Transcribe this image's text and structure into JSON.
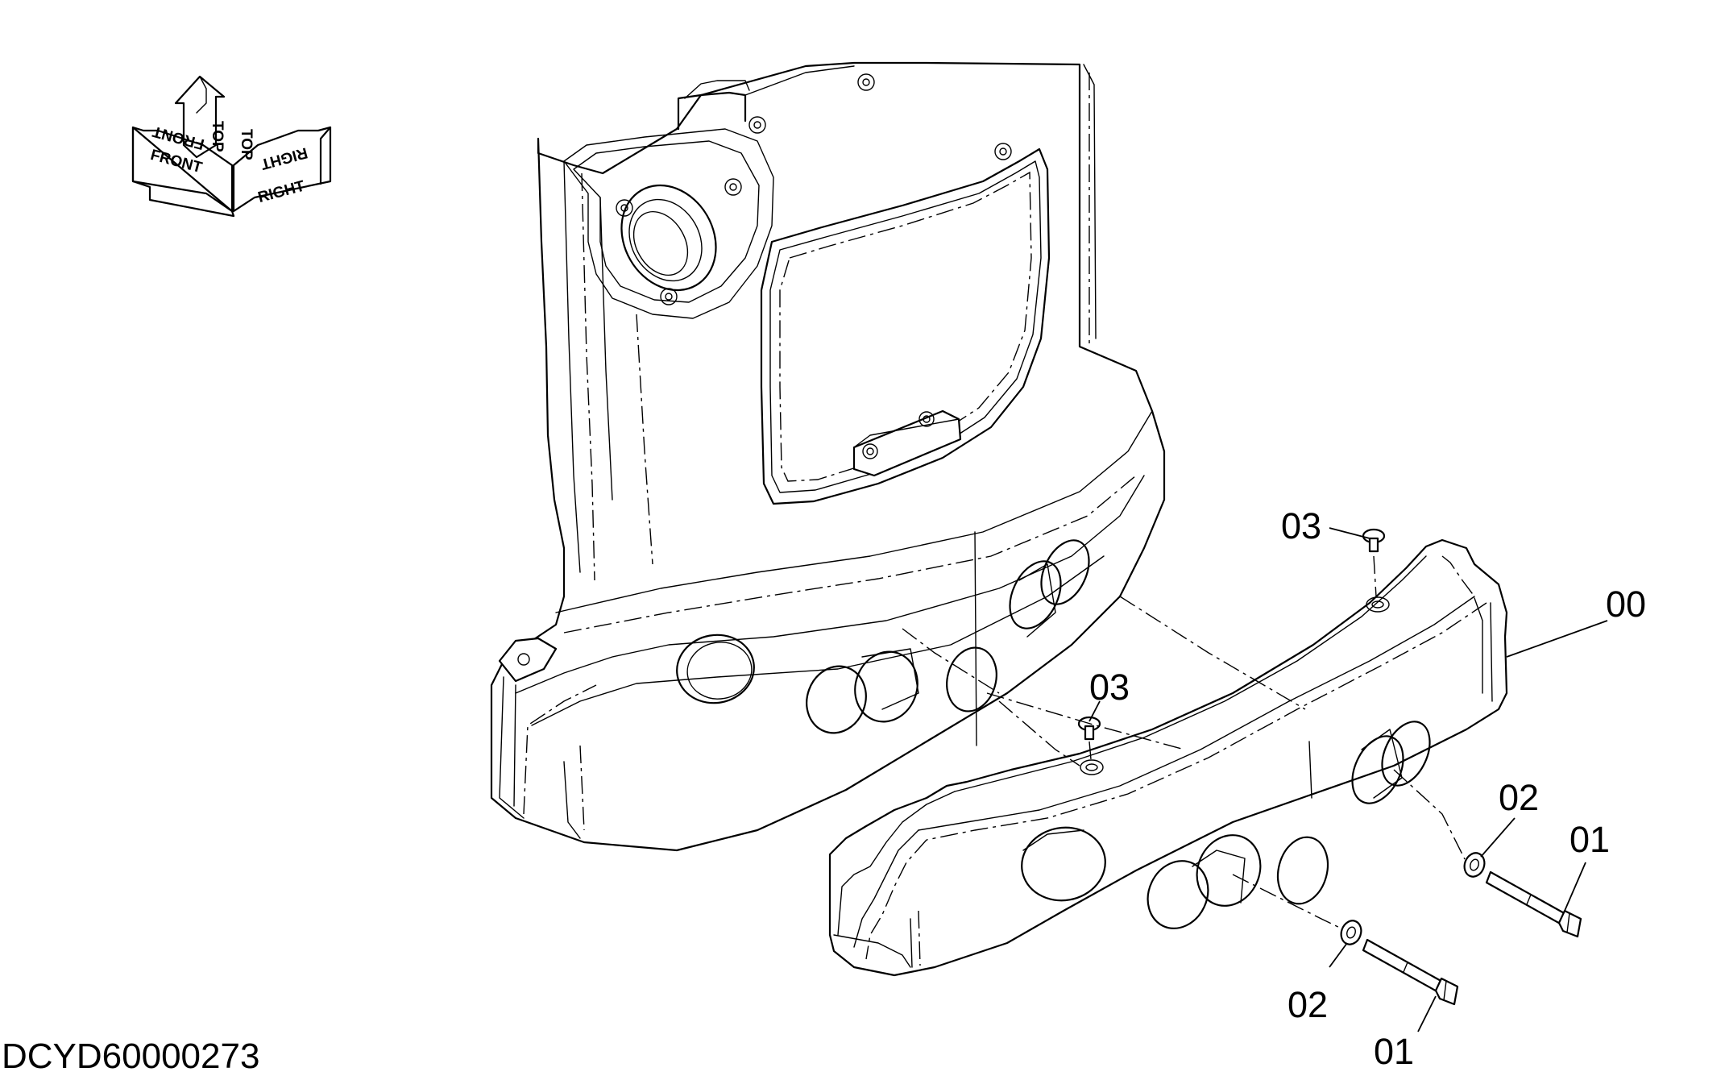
{
  "drawing_number": "DCYD60000273",
  "orientation_labels": {
    "front": "FRONT",
    "top": "TOP",
    "right": "RIGHT"
  },
  "callouts": [
    {
      "id": "c00",
      "label": "00",
      "part": "counterweight"
    },
    {
      "id": "c01a",
      "label": "01",
      "part": "bolt"
    },
    {
      "id": "c01b",
      "label": "01",
      "part": "bolt"
    },
    {
      "id": "c02a",
      "label": "02",
      "part": "washer"
    },
    {
      "id": "c02b",
      "label": "02",
      "part": "washer"
    },
    {
      "id": "c03a",
      "label": "03",
      "part": "plug"
    },
    {
      "id": "c03b",
      "label": "03",
      "part": "plug"
    }
  ]
}
